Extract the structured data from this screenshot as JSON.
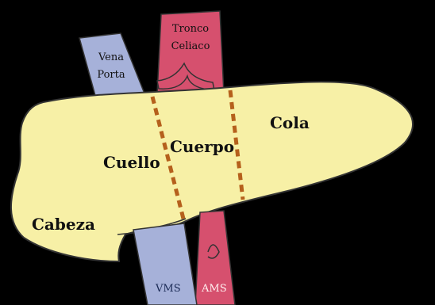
{
  "labels": {
    "tronco_line1": "Tronco",
    "tronco_line2": "Celiaco",
    "vena_line1": "Vena",
    "vena_line2": "Porta",
    "cola": "Cola",
    "cuerpo": "Cuerpo",
    "cuello": "Cuello",
    "cabeza": "Cabeza",
    "vms": "VMS",
    "ams": "AMS"
  },
  "colors": {
    "background": "#000000",
    "pancreas": "#f7f0a6",
    "vein_blue": "#a6b1d9",
    "artery_pink": "#d6506e",
    "divider_dashes": "#b5601c"
  }
}
